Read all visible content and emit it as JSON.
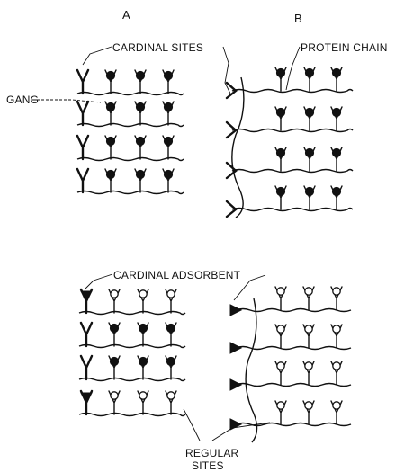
{
  "labels": {
    "panel_a": "A",
    "panel_b": "B",
    "cardinal_sites": "CARDINAL SITES",
    "protein_chain": "PROTEIN CHAIN",
    "gang": "GANG",
    "cardinal_adsorbent": "CARDINAL ADSORBENT",
    "regular_sites_line1": "REGULAR",
    "regular_sites_line2": "SITES"
  }
}
